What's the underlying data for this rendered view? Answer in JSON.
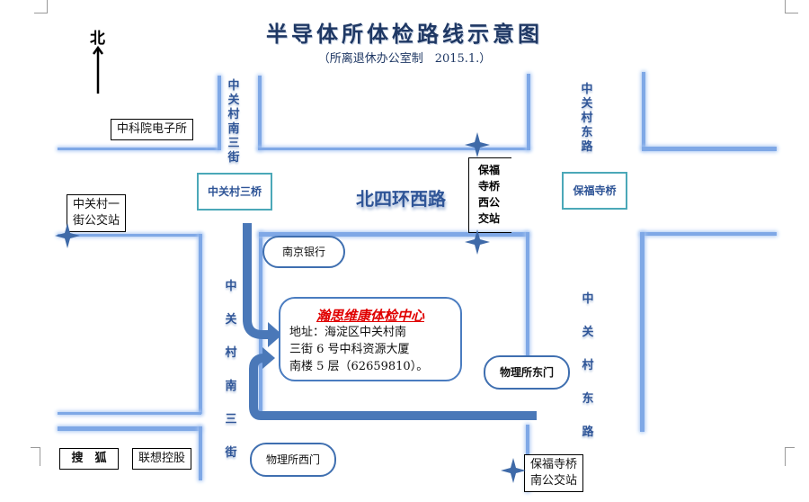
{
  "header": {
    "title": "半导体所体检路线示意图",
    "subtitle": "（所离退休办公室制　2015.1.）"
  },
  "compass": {
    "north_label": "北",
    "icon": "north-arrow-icon"
  },
  "roads": {
    "zgc_south_3rd_top": [
      "中",
      "关",
      "村",
      "南",
      "三",
      "街"
    ],
    "zgc_east_top": [
      "中",
      "关",
      "村",
      "东",
      "路"
    ],
    "beisihuan_west": "北四环西路",
    "zgc_south_3rd_bottom": [
      "中",
      "关",
      "村",
      "南",
      "三",
      "街"
    ],
    "zgc_east_bottom": [
      "中",
      "关",
      "村",
      "东",
      "路"
    ]
  },
  "bridges": {
    "zgc_3rd_bridge": "中关村三桥",
    "baofusi_bridge": "保福寺桥"
  },
  "landmarks": {
    "ie_cas": "中科院电子所",
    "nanjing_bank": "南京银行",
    "physics_east_gate": "物理所东门",
    "physics_west_gate": "物理所西门",
    "sohu": "搜　狐",
    "lenovo": "联想控股"
  },
  "bus_stops": {
    "zgc_1st_street": [
      "中关村一",
      "街公交站"
    ],
    "baofusi_west": [
      "保福",
      "寺桥",
      "西公",
      "交站"
    ],
    "baofusi_south": [
      "保福寺桥",
      "南公交站"
    ]
  },
  "destination": {
    "name": "瀚思维康体检中心",
    "address_lines": [
      "地址：海淀区中关村南",
      "三街 6 号中科资源大厦",
      "南楼 5 层（62659810）。"
    ]
  },
  "colors": {
    "road": "#7fa8e6",
    "route_arrow": "#4a78b8",
    "label_blue": "#2f5597",
    "destination_red": "#e00000",
    "bridge_border": "#4ba8b8"
  }
}
